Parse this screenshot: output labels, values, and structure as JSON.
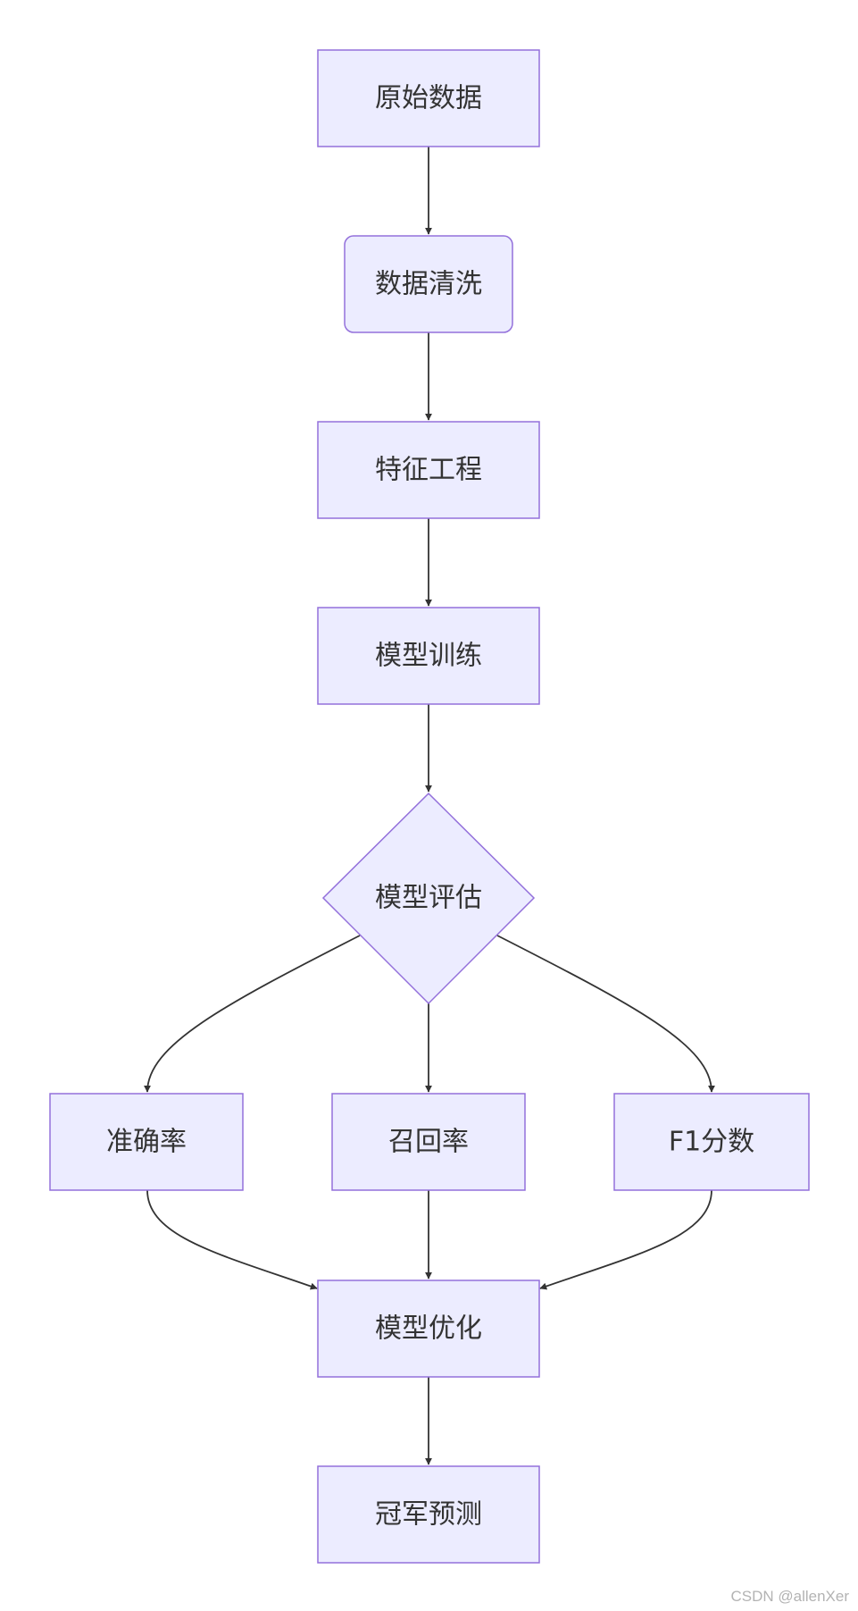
{
  "nodes": {
    "raw_data": "原始数据",
    "data_cleaning": "数据清洗",
    "feature_engineering": "特征工程",
    "model_training": "模型训练",
    "model_evaluation": "模型评估",
    "accuracy": "准确率",
    "recall": "召回率",
    "f1_score": "F1分数",
    "model_optimization": "模型优化",
    "champion_prediction": "冠军预测"
  },
  "edges": [
    [
      "raw_data",
      "data_cleaning"
    ],
    [
      "data_cleaning",
      "feature_engineering"
    ],
    [
      "feature_engineering",
      "model_training"
    ],
    [
      "model_training",
      "model_evaluation"
    ],
    [
      "model_evaluation",
      "accuracy"
    ],
    [
      "model_evaluation",
      "recall"
    ],
    [
      "model_evaluation",
      "f1_score"
    ],
    [
      "accuracy",
      "model_optimization"
    ],
    [
      "recall",
      "model_optimization"
    ],
    [
      "f1_score",
      "model_optimization"
    ],
    [
      "model_optimization",
      "champion_prediction"
    ]
  ],
  "colors": {
    "node_fill": "#ECECFF",
    "node_stroke": "#9370DB",
    "edge": "#333333",
    "text": "#333333"
  },
  "watermark": "CSDN @allenXer"
}
